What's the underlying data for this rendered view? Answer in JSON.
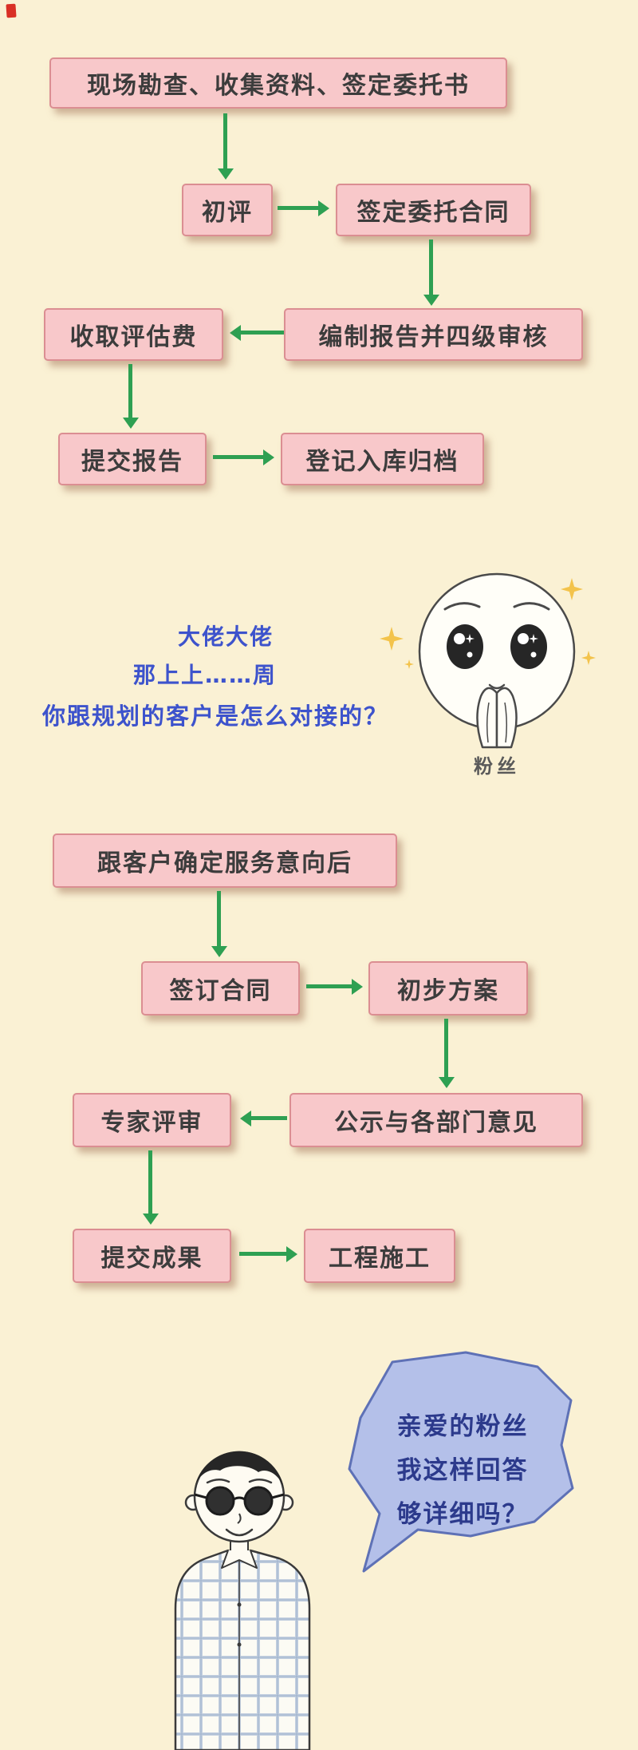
{
  "colors": {
    "background": "#FAF1D4",
    "node_bg": "#F8C8CA",
    "node_border": "#DB8E92",
    "arrow_green": "#2EA052",
    "handwritten_blue": "#3D53CC",
    "bubble_bg": "#B4C0E9",
    "bubble_border": "#5E71B6",
    "bubble_text": "#2C3A8C",
    "sparkle_yellow": "#F3C34B"
  },
  "flow1": {
    "survey": "现场勘查、收集资料、签定委托书",
    "initial_review": "初评",
    "sign_commission": "签定委托合同",
    "report_audit": "编制报告并四级审核",
    "collect_fee": "收取评估费",
    "submit_report": "提交报告",
    "archive": "登记入库归档"
  },
  "fan": {
    "line1": "大佬大佬",
    "line2": "那上上……周",
    "line3": "你跟规划的客户是怎么对接的？",
    "label": "粉丝"
  },
  "flow2": {
    "confirm_intent": "跟客户确定服务意向后",
    "sign_contract": "签订合同",
    "draft_plan": "初步方案",
    "public_review": "公示与各部门意见",
    "expert_review": "专家评审",
    "submit_results": "提交成果",
    "construction": "工程施工"
  },
  "reply": {
    "line1": "亲爱的粉丝",
    "line2": "我这样回答",
    "line3": "够详细吗？"
  }
}
